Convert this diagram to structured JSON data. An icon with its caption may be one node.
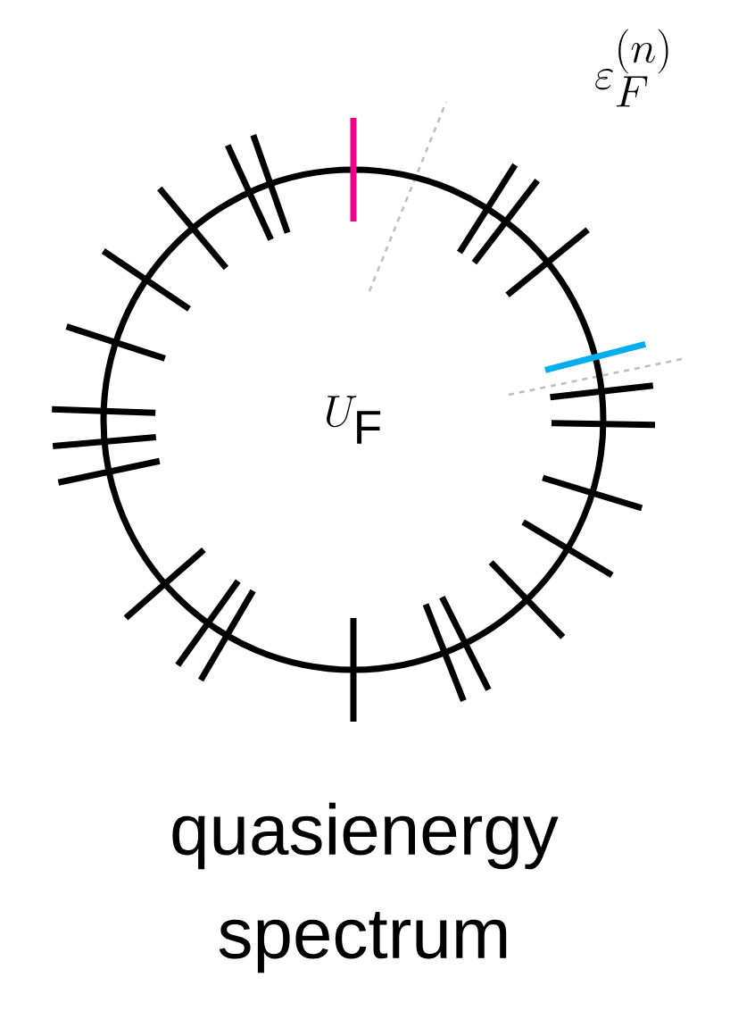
{
  "diagram": {
    "caption": "quasienergy spectrum",
    "nodes": [
      {
        "text": [
          "U_{\\mathrm{F}}"
        ]
      }
    ],
    "labels": [
      "\\varepsilon_F^{(n)}"
    ]
  }
}
